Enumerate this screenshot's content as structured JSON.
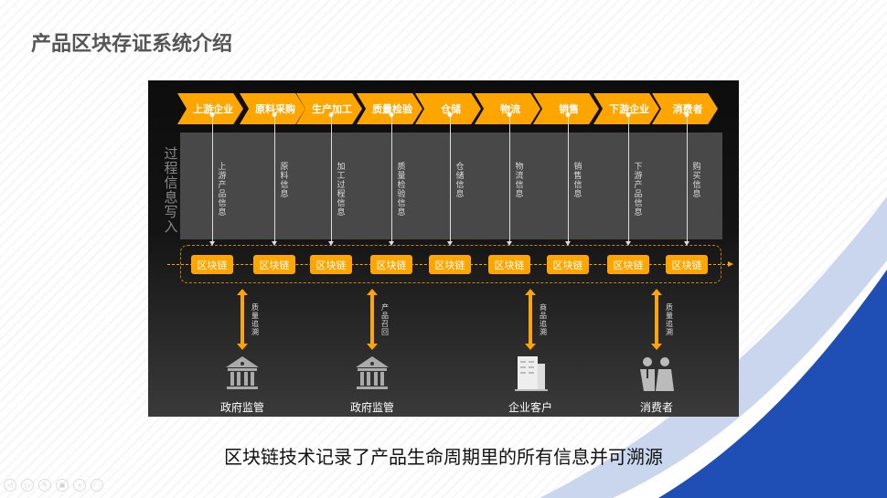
{
  "title": "产品区块存证系统介绍",
  "side_label": "过程信息写入",
  "stages": [
    {
      "label": "上游企业",
      "info": "上游产品信息"
    },
    {
      "label": "原料采购",
      "info": "原料信息"
    },
    {
      "label": "生产加工",
      "info": "加工过程信息"
    },
    {
      "label": "质量检验",
      "info": "质量检验信息"
    },
    {
      "label": "仓储",
      "info": "仓储信息"
    },
    {
      "label": "物流",
      "info": "物流信息"
    },
    {
      "label": "销售",
      "info": "销售信息"
    },
    {
      "label": "下游企业",
      "info": "下游产品信息"
    },
    {
      "label": "消费者",
      "info": "购买信息"
    }
  ],
  "block_label": "区块链",
  "stakeholders": [
    {
      "label": "政府监管",
      "action": "质量追溯",
      "icon": "government-building-icon"
    },
    {
      "label": "政府监管",
      "action": "产品召回",
      "icon": "government-building-icon"
    },
    {
      "label": "企业客户",
      "action": "商品追溯",
      "icon": "office-building-icon"
    },
    {
      "label": "消费者",
      "action": "质量追溯",
      "icon": "people-icon"
    }
  ],
  "caption": "区块链技术记录了产品生命周期里的所有信息并可溯源",
  "nav": [
    "◁",
    "▷",
    "✎",
    "▣",
    "⌕",
    "⋯"
  ],
  "colors": {
    "accent": "#ffa500",
    "blue": "#1f4fb4"
  }
}
